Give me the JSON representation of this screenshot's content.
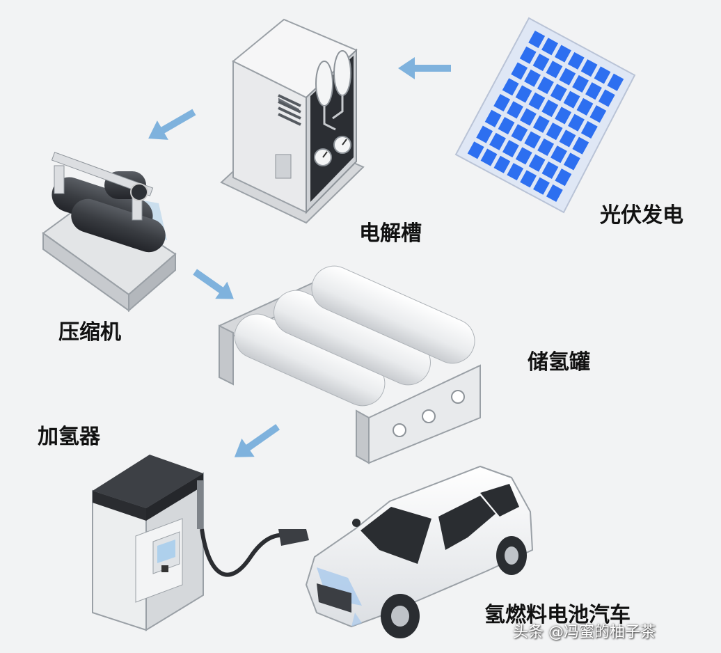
{
  "labels": {
    "solar": "光伏发电",
    "electrolyzer": "电解槽",
    "compressor": "压缩机",
    "tank": "储氢罐",
    "dispenser": "加氢器",
    "car": "氢燃料电池汽车"
  },
  "watermark": "头条 @冯蜜的柚子茶",
  "colors": {
    "background": "#f2f3f4",
    "arrow": "#7fb2dd",
    "solar_cell": "#2d6ff0",
    "solar_frame": "#dfe7f5",
    "equipment": "#e4e6e8",
    "equipment_dark": "#3d4045"
  },
  "icons": [
    "solar-panel-icon",
    "electrolyzer-icon",
    "compressor-icon",
    "hydrogen-tank-icon",
    "hydrogen-dispenser-icon",
    "fuel-cell-car-icon",
    "flow-arrow-icon"
  ]
}
